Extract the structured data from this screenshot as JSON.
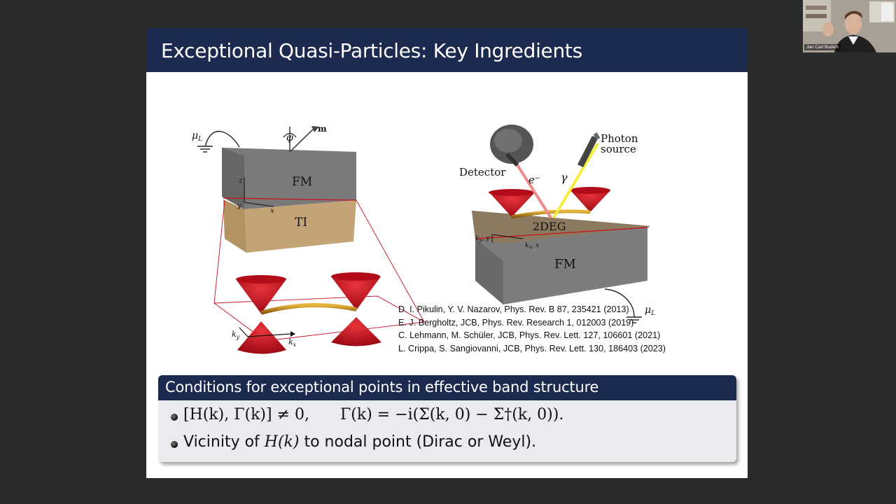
{
  "slide": {
    "title": "Exceptional Quasi-Particles: Key Ingredients",
    "figure_left": {
      "mu_label": "μ",
      "mu_sub": "L",
      "phi_label": "φ",
      "m_label": "m",
      "fm_label": "FM",
      "ti_label": "TI",
      "z_label": "z",
      "y_label": "y",
      "x_label": "x",
      "ky_label": "k",
      "ky_sub": "y",
      "kx_label": "k",
      "kx_sub": "x"
    },
    "figure_right": {
      "photon_source_label_1": "Photon",
      "photon_source_label_2": "source",
      "detector_label": "Detector",
      "electron_label": "e⁻",
      "gamma_label": "γ",
      "twodeg_label": "2DEG",
      "fm_label": "FM",
      "ky_label": "k",
      "ky_sub": "y",
      "ky_suffix": ", y",
      "kx_label": "k",
      "kx_sub": "x",
      "kx_suffix": ", x",
      "mu_label": "μ",
      "mu_sub": "L"
    },
    "references": [
      "D. I. Pikulin, Y. V. Nazarov, Phys. Rev. B 87, 235421 (2013)",
      "E. J. Bergholtz, JCB, Phys. Rev. Research 1, 012003 (2019)",
      "C. Lehmann, M. Schüler, JCB, Phys. Rev. Lett. 127, 106601 (2021)",
      "L. Crippa, S. Sangiovanni, JCB, Phys. Rev. Lett. 130, 186403 (2023)"
    ],
    "block": {
      "title": "Conditions for exceptional points in effective band structure",
      "bullet1": {
        "commutator": "[H(k), Γ(k)] ≠ 0,",
        "definition": "Γ(k) = −i(Σ(k, 0) − Σ†(k, 0))."
      },
      "bullet2": {
        "prefix": "Vicinity of ",
        "math": "H(k)",
        "suffix": " to nodal point (Dirac or Weyl)."
      }
    }
  },
  "webcam": {
    "participant_name": "Jan Carl Budich"
  },
  "colors": {
    "header": "#1d2a4f",
    "background": "#2b2b2b",
    "cone_red": "#c8101e",
    "fm_gray": "#7a7a7a",
    "ti_tan": "#c4a477"
  }
}
